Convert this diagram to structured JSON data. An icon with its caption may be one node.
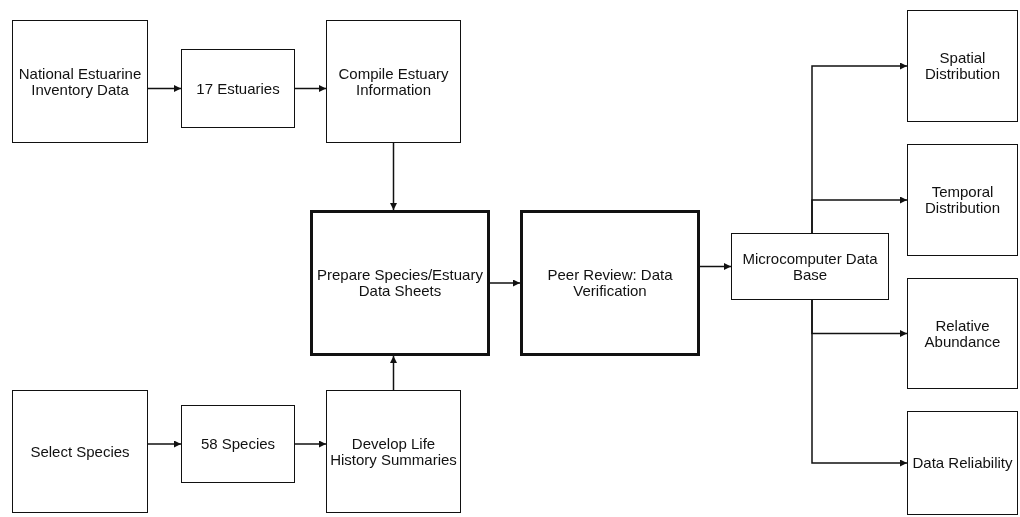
{
  "diagram": {
    "nodes": [
      {
        "text": [
          "National Estuarine Inventory Data"
        ]
      },
      {
        "text": [
          "17 Estuaries"
        ]
      },
      {
        "text": [
          "Compile Estuary Information"
        ]
      },
      {
        "text": [
          "Prepare Species/Estuary Data Sheets"
        ]
      },
      {
        "text": [
          "Peer Review: Data Verification"
        ]
      },
      {
        "text": [
          "Microcomputer Data Base"
        ]
      },
      {
        "text": [
          "Select Species"
        ]
      },
      {
        "text": [
          "58 Species"
        ]
      },
      {
        "text": [
          "Develop Life History Summaries"
        ]
      },
      {
        "text": [
          "Spatial Distribution"
        ]
      },
      {
        "text": [
          "Temporal Distribution"
        ]
      },
      {
        "text": [
          "Relative Abundance"
        ]
      },
      {
        "text": [
          "Data Reliability"
        ]
      }
    ],
    "edges": [
      {
        "from": 0,
        "to": 1,
        "arrow": "to"
      },
      {
        "from": 1,
        "to": 2,
        "arrow": "to"
      },
      {
        "from": 2,
        "to": 3,
        "arrow": "to"
      },
      {
        "from": 6,
        "to": 7,
        "arrow": "to"
      },
      {
        "from": 7,
        "to": 8,
        "arrow": "to"
      },
      {
        "from": 8,
        "to": 3,
        "arrow": "to"
      },
      {
        "from": 3,
        "to": 4,
        "arrow": "to"
      },
      {
        "from": 4,
        "to": 5,
        "arrow": "to"
      },
      {
        "from": 5,
        "to": 9,
        "arrow": "to"
      },
      {
        "from": 5,
        "to": 10,
        "arrow": "to"
      },
      {
        "from": 5,
        "to": 11,
        "arrow": "to"
      },
      {
        "from": 5,
        "to": 12,
        "arrow": "to"
      }
    ]
  }
}
